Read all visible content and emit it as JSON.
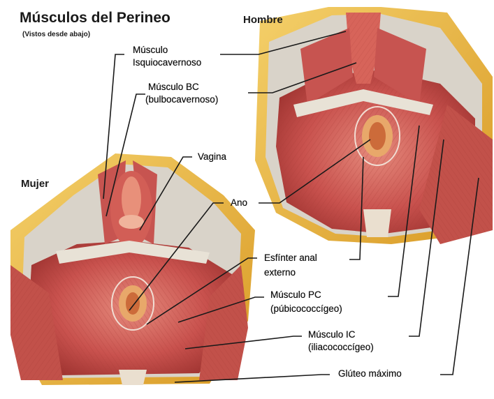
{
  "header": {
    "title": "Músculos del Perineo",
    "subtitle": "(Vistos desde abajo)"
  },
  "groups": {
    "male": "Hombre",
    "female": "Mujer"
  },
  "labels": {
    "isquiocavernoso_1": "Músculo",
    "isquiocavernoso_2": "Isquiocavernoso",
    "bc_1": "Músculo BC",
    "bc_2": "(bulbocavernoso)",
    "vagina": "Vagina",
    "ano": "Ano",
    "esfinter_1": "Esfínter anal",
    "esfinter_2": "externo",
    "pc_1": "Músculo PC",
    "pc_2": "(púbicococcígeo)",
    "ic_1": "Músculo IC",
    "ic_2": "(iliacococcígeo)",
    "gluteo": "Glúteo máximo"
  },
  "colors": {
    "muscle": "#c9524e",
    "muscle_dark": "#9e3330",
    "muscle_light": "#e07c6e",
    "fat": "#e8b33d",
    "fascia": "#d8d2c8",
    "skin": "#f0cf9a",
    "line": "#1a1a1a"
  }
}
